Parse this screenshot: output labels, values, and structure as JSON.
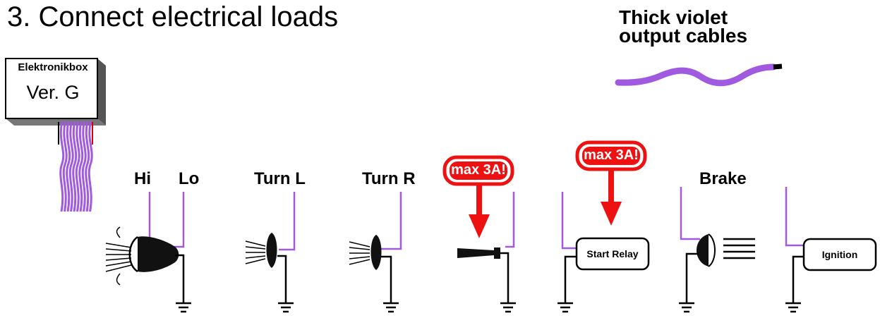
{
  "title": "3. Connect electrical loads",
  "legend": {
    "line1": "Thick violet",
    "line2": "output cables",
    "cable_color": "#a05ae0"
  },
  "electronics_box": {
    "name": "Elektronikbox",
    "version": "Ver. G"
  },
  "loads": {
    "hi": "Hi",
    "lo": "Lo",
    "turn_l": "Turn L",
    "turn_r": "Turn R",
    "brake": "Brake"
  },
  "callouts": {
    "horn": "max 3A!",
    "relay": "max 3A!"
  },
  "boxes": {
    "start_relay": "Start Relay",
    "ignition": "Ignition"
  },
  "colors": {
    "violet": "#a05ae0",
    "red": "#ee1111",
    "black": "#000000"
  }
}
